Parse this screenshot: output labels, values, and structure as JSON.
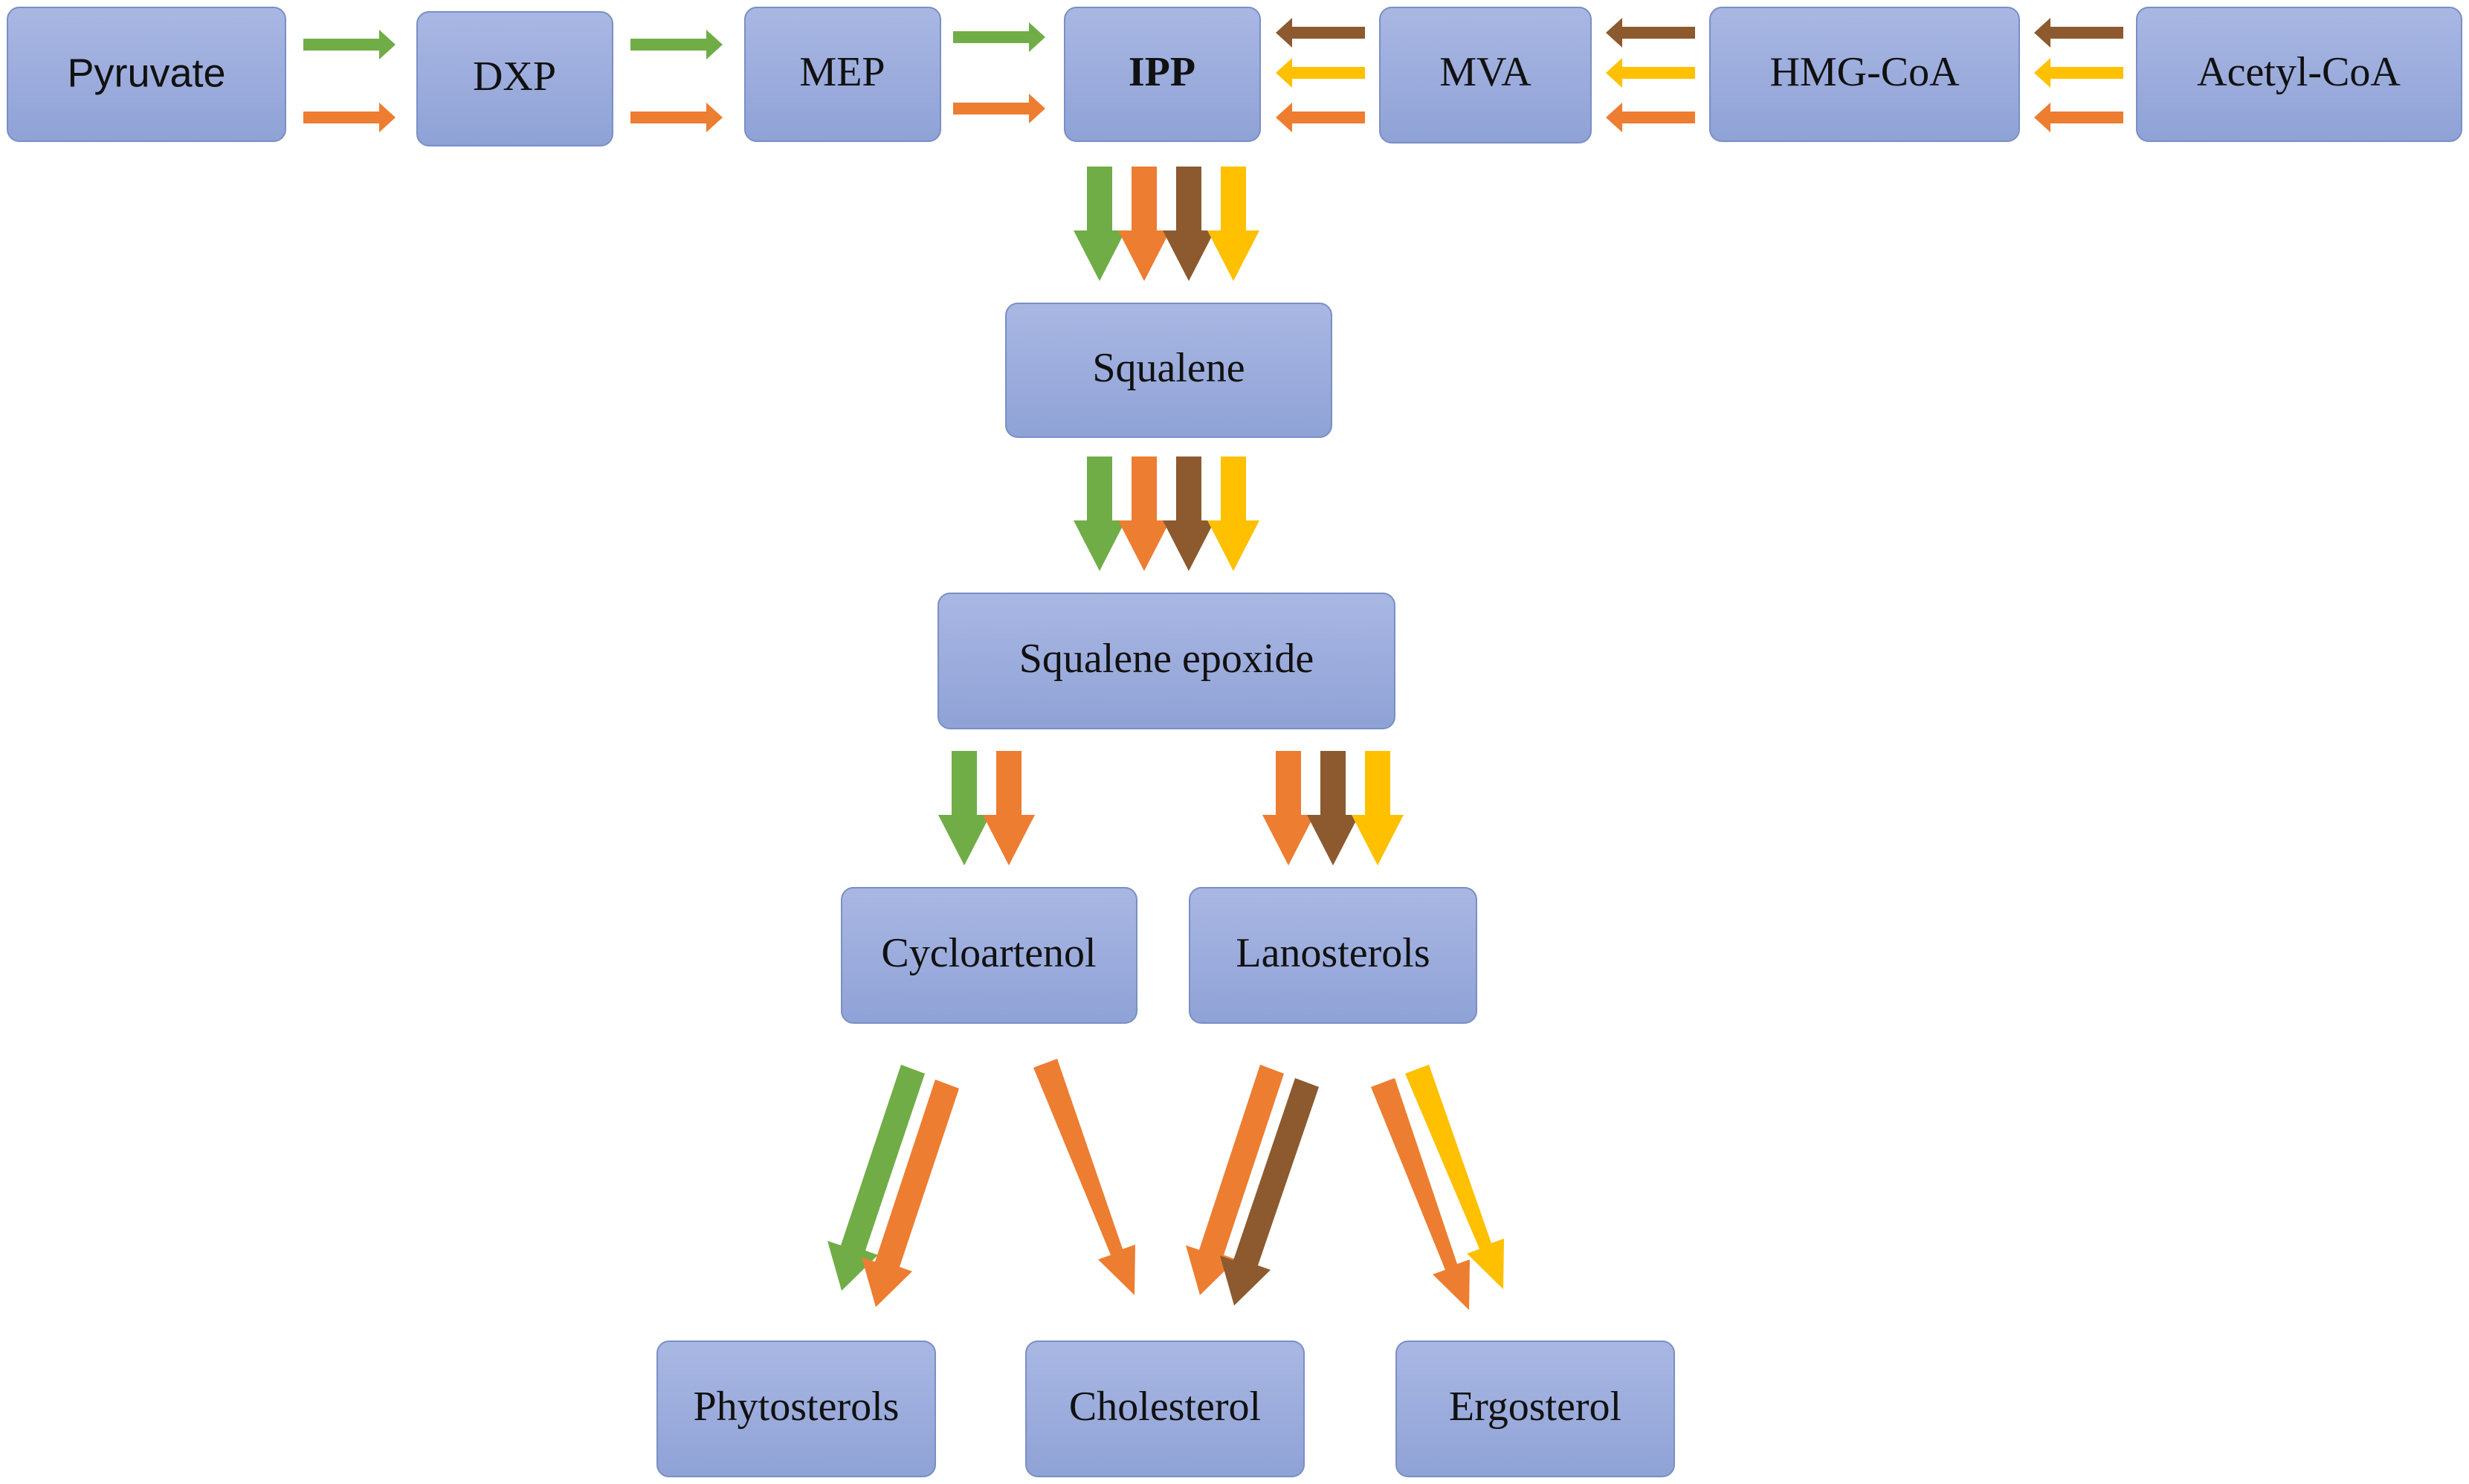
{
  "nodes": {
    "pyruvate": "Pyruvate",
    "dxp": "DXP",
    "mep": "MEP",
    "ipp": "IPP",
    "mva": "MVA",
    "hmg_coa": "HMG-CoA",
    "acetyl_coa": "Acetyl-CoA",
    "squalene": "Squalene",
    "squalene_epoxide": "Squalene epoxide",
    "cycloartenol": "Cycloartenol",
    "lanosterols": "Lanosterols",
    "phytosterols": "Phytosterols",
    "cholesterol": "Cholesterol",
    "ergosterol": "Ergosterol"
  },
  "colors": {
    "green": "#70ad47",
    "orange": "#ed7d31",
    "brown": "#8c5a2e",
    "yellow": "#ffc000",
    "box_top": "#a9b7e3",
    "box_bottom": "#8fa2d6"
  },
  "edges": [
    {
      "from": "pyruvate",
      "to": "dxp",
      "colors": [
        "green",
        "orange"
      ]
    },
    {
      "from": "dxp",
      "to": "mep",
      "colors": [
        "green",
        "orange"
      ]
    },
    {
      "from": "mep",
      "to": "ipp",
      "colors": [
        "green",
        "orange"
      ]
    },
    {
      "from": "mva",
      "to": "ipp",
      "colors": [
        "brown",
        "yellow",
        "orange"
      ]
    },
    {
      "from": "hmg_coa",
      "to": "mva",
      "colors": [
        "brown",
        "yellow",
        "orange"
      ]
    },
    {
      "from": "acetyl_coa",
      "to": "hmg_coa",
      "colors": [
        "brown",
        "yellow",
        "orange"
      ]
    },
    {
      "from": "ipp",
      "to": "squalene",
      "colors": [
        "green",
        "orange",
        "brown",
        "yellow"
      ]
    },
    {
      "from": "squalene",
      "to": "squalene_epoxide",
      "colors": [
        "green",
        "orange",
        "brown",
        "yellow"
      ]
    },
    {
      "from": "squalene_epoxide",
      "to": "cycloartenol",
      "colors": [
        "green",
        "orange"
      ]
    },
    {
      "from": "squalene_epoxide",
      "to": "lanosterols",
      "colors": [
        "orange",
        "brown",
        "yellow"
      ]
    },
    {
      "from": "cycloartenol",
      "to": "phytosterols",
      "colors": [
        "green",
        "orange"
      ]
    },
    {
      "from": "cycloartenol",
      "to": "cholesterol",
      "colors": [
        "orange"
      ]
    },
    {
      "from": "lanosterols",
      "to": "cholesterol",
      "colors": [
        "orange",
        "brown"
      ]
    },
    {
      "from": "lanosterols",
      "to": "ergosterol",
      "colors": [
        "orange",
        "yellow"
      ]
    }
  ]
}
